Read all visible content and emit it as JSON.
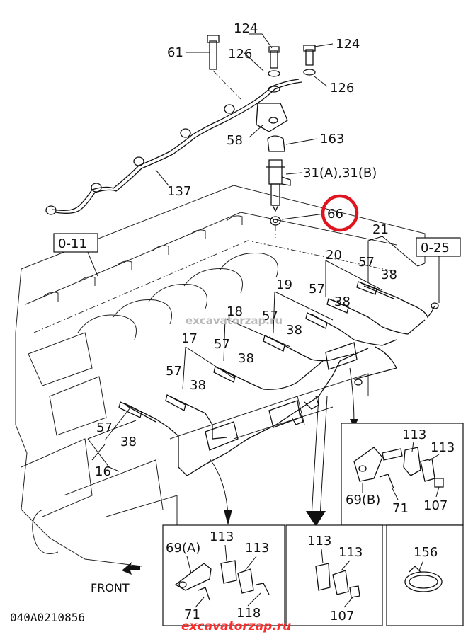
{
  "labels": {
    "p61": "61",
    "p124a": "124",
    "p124b": "124",
    "p126a": "126",
    "p126b": "126",
    "p58": "58",
    "p163": "163",
    "p31": "31(A),31(B)",
    "p137": "137",
    "p66": "66",
    "ref011": "0-11",
    "ref025": "0-25",
    "p21": "21",
    "p20": "20",
    "p19": "19",
    "p18": "18",
    "p17": "17",
    "p16": "16",
    "p57": "57",
    "p38": "38"
  },
  "detail_right": {
    "a": "113",
    "b": "113",
    "c": "69(B)",
    "d": "71",
    "e": "107"
  },
  "detail_bl": {
    "a": "69(A)",
    "b": "113",
    "c": "113",
    "d": "71",
    "e": "118"
  },
  "detail_bm": {
    "a": "113",
    "b": "113",
    "c": "107"
  },
  "detail_br": {
    "a": "156"
  },
  "front_label": "FRONT",
  "drawing_code": "040A0210856",
  "watermark_center": "excavatorzap.ru",
  "watermark_bottom": "excavatorzap.ru",
  "highlight_color": "#e0141e",
  "watermark_color": "#ff2a2a"
}
